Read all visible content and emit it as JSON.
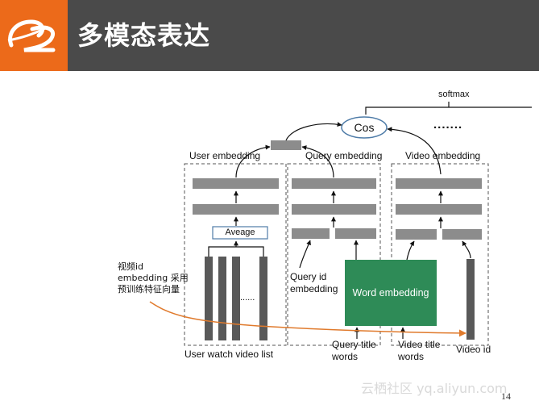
{
  "slide": {
    "title": "多模态表达",
    "page_number": "14",
    "watermark": "云栖社区 yq.aliyun.com"
  },
  "colors": {
    "header_bg": "#4a4a4a",
    "logo_bg": "#ec6a1a",
    "block_gray": "#8c8c8c",
    "column_dark": "#595959",
    "word_embedding_green": "#2e8b57",
    "cos_stroke": "#4f7ca8",
    "average_stroke": "#4f7ca8",
    "annotation_arrow": "#e07a2c"
  },
  "icons": {
    "logo": "alibaba-logo-icon"
  },
  "diagram": {
    "softmax_label": "softmax",
    "cos_label": "Cos",
    "ellipsis_top": ".......",
    "user_embedding_label": "User embedding",
    "query_embedding_label": "Query embedding",
    "video_embedding_label": "Video embedding",
    "average_label": "Aveage",
    "ellipsis_mid": "......",
    "note_lines": [
      "视频id",
      "embedding 采用",
      "预训练特征向量"
    ],
    "query_id_label_1": "Query id",
    "query_id_label_2": "embedding",
    "word_embedding_label": "Word embedding",
    "user_watch_label": "User watch video list",
    "query_title_label_1": "Query title",
    "query_title_label_2": "words",
    "video_title_label_1": "Video title",
    "video_title_label_2": "words",
    "video_id_label": "Video id"
  }
}
